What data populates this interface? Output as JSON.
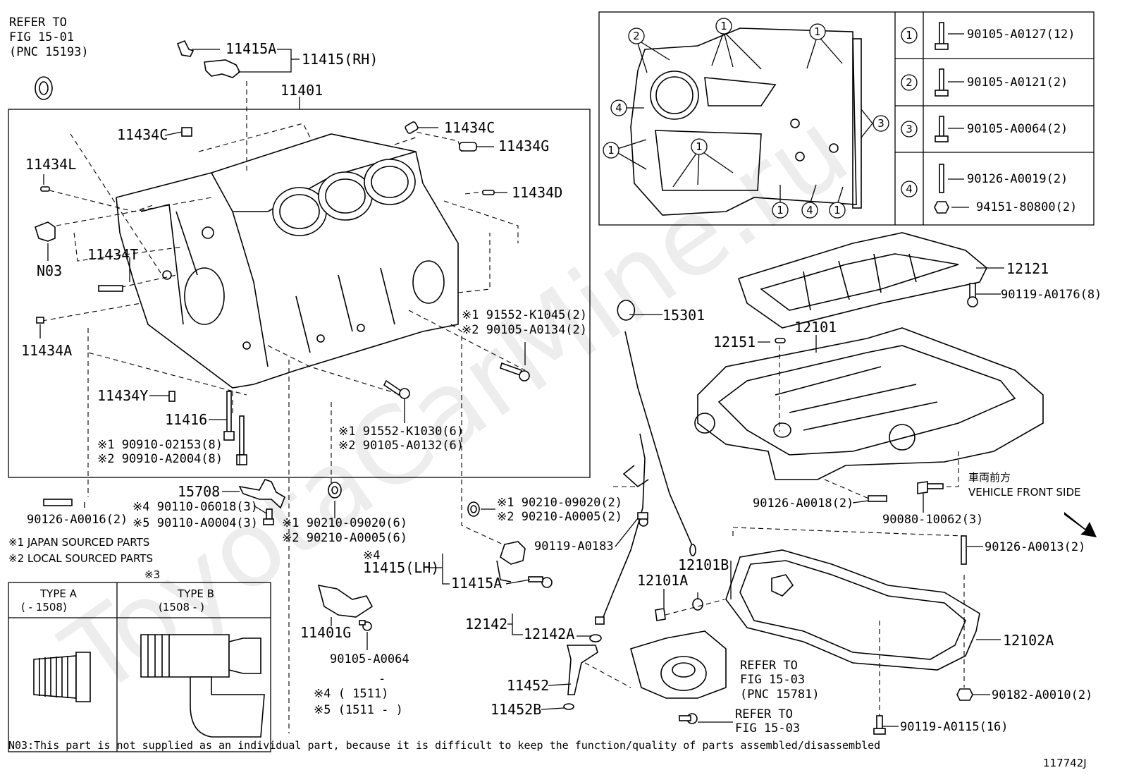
{
  "watermark": "ToyotaCarMine.ru",
  "labels": {
    "refer_fig1501_l1": "REFER TO",
    "refer_fig1501_l2": "FIG 15-01",
    "refer_fig1501_l3": "(PNC 15193)",
    "p11415A_top": "11415A",
    "p11415RH": "11415(RH)",
    "p11401": "11401",
    "p11434C_left": "11434C",
    "p11434C_right": "11434C",
    "p11434G": "11434G",
    "p11434L": "11434L",
    "p11434D": "11434D",
    "pN03": "N03",
    "p11434T": "11434T",
    "p11434A": "11434A",
    "p11434Y": "11434Y",
    "p11416": "11416",
    "b_90910_02153": "※1 90910-02153(8)",
    "b_90910_A2004": "※2 90910-A2004(8)",
    "b_91552_K1045": "※1 91552-K1045(2)",
    "b_90105_A0134": "※2 90105-A0134(2)",
    "b_91552_K1030": "※1 91552-K1030(6)",
    "b_90105_A0132": "※2 90105-A0132(6)",
    "p15708": "15708",
    "b_90110_06018": "※4 90110-06018(3)",
    "b_90110_A0004": "※5 90110-A0004(3)",
    "b_90126_A0016": "90126-A0016(2)",
    "g_90210_09020_6": "※1 90210-09020(6)",
    "g_90210_A0005_6": "※2 90210-A0005(6)",
    "g_90210_09020_2": "※1 90210-09020(2)",
    "g_90210_A0005_2": "※2 90210-A0005(2)",
    "note1": "※1 JAPAN SOURCED PARTS",
    "note2": "※2 LOCAL SOURCED PARTS",
    "note3": "※3",
    "note4_mark": "※4",
    "p11415LH": "11415(LH)",
    "p11415A_bot": "11415A",
    "p11401G": "11401G",
    "b_90105_A0064": "90105-A0064",
    "note4_range": "※4 (      1511)",
    "note5_range": "※5 (1511 -    )",
    "note_dash": "-",
    "p12142": "12142",
    "p12142A": "12142A",
    "p11452": "11452",
    "p11452B": "11452B",
    "b_90119_A0183": "90119-A0183",
    "p15301": "15301",
    "p12151": "12151",
    "p12101": "12101",
    "p12121": "12121",
    "b_90119_A0176": "90119-A0176(8)",
    "b_90126_A0018": "90126-A0018(2)",
    "b_90080_10062": "90080-10062(3)",
    "vehicle_jp": "車両前方",
    "vehicle_en": "VEHICLE FRONT SIDE",
    "b_90126_A0013": "90126-A0013(2)",
    "p12101B": "12101B",
    "p12101A": "12101A",
    "p12102A": "12102A",
    "refer_fig1503a_l1": "REFER TO",
    "refer_fig1503a_l2": "FIG 15-03",
    "refer_fig1503a_l3": "(PNC 15781)",
    "refer_fig1503b_l1": "REFER TO",
    "refer_fig1503b_l2": "FIG 15-03",
    "b_90182_A0010": "90182-A0010(2)",
    "b_90119_A0115": "90119-A0115(16)",
    "footnote": "N03:This part is not supplied as an individual part, because it is difficult to keep the function/quality of parts assembled/disassembled",
    "fig_id": "117742J"
  },
  "type_table": {
    "type_a_title": "TYPE A",
    "type_a_range": "(      - 1508)",
    "type_b_title": "TYPE B",
    "type_b_range": "(1508  -      )"
  },
  "bolt_legend": [
    {
      "num": "1",
      "part": "90105-A0127(12)"
    },
    {
      "num": "2",
      "part": "90105-A0121(2)"
    },
    {
      "num": "3",
      "part": "90105-A0064(2)"
    },
    {
      "num": "4",
      "part": "90126-A0019(2)"
    },
    {
      "num": "",
      "part": "94151-80800(2)"
    }
  ],
  "inset_callouts": [
    "2",
    "1",
    "1",
    "4",
    "1",
    "1",
    "3",
    "1",
    "4",
    "1"
  ]
}
